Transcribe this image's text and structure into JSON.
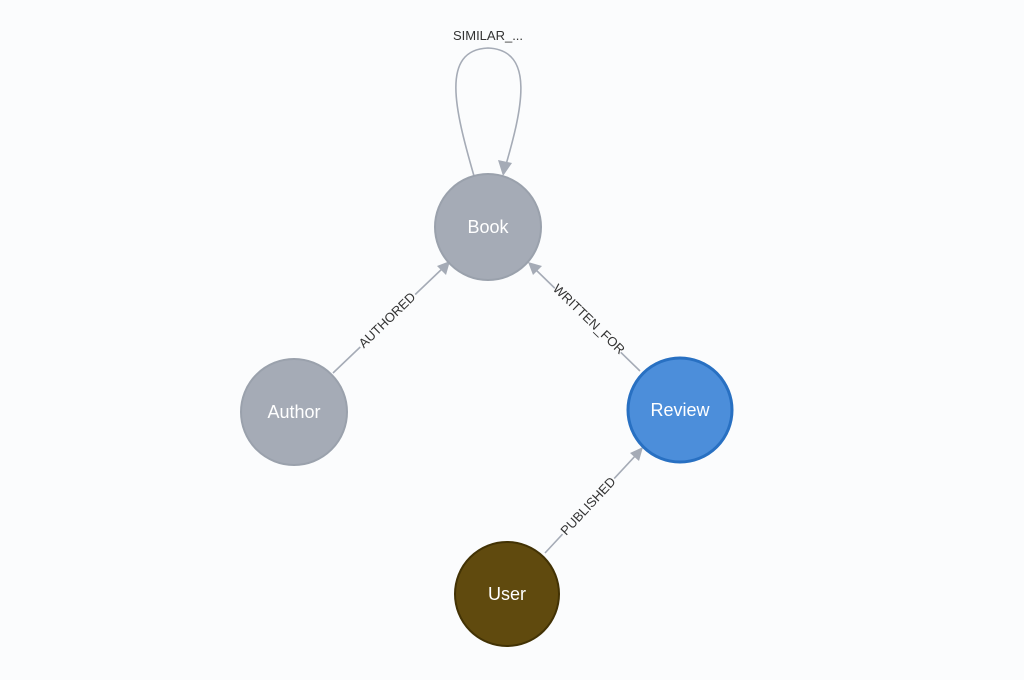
{
  "nodes": {
    "book": {
      "label": "Book",
      "color": "#a5abb6",
      "border": "#9aa1ac"
    },
    "author": {
      "label": "Author",
      "color": "#a5abb6",
      "border": "#9aa1ac"
    },
    "review": {
      "label": "Review",
      "color": "#4c8eda",
      "border": "#2870c2"
    },
    "user": {
      "label": "User",
      "color": "#604a0e",
      "border": "#423204"
    }
  },
  "relationships": {
    "similar": {
      "label": "SIMILAR_...",
      "from": "Book",
      "to": "Book"
    },
    "authored": {
      "label": "AUTHORED",
      "from": "Author",
      "to": "Book"
    },
    "written_for": {
      "label": "WRITTEN_FOR",
      "from": "Review",
      "to": "Book"
    },
    "published": {
      "label": "PUBLISHED",
      "from": "User",
      "to": "Review"
    }
  }
}
